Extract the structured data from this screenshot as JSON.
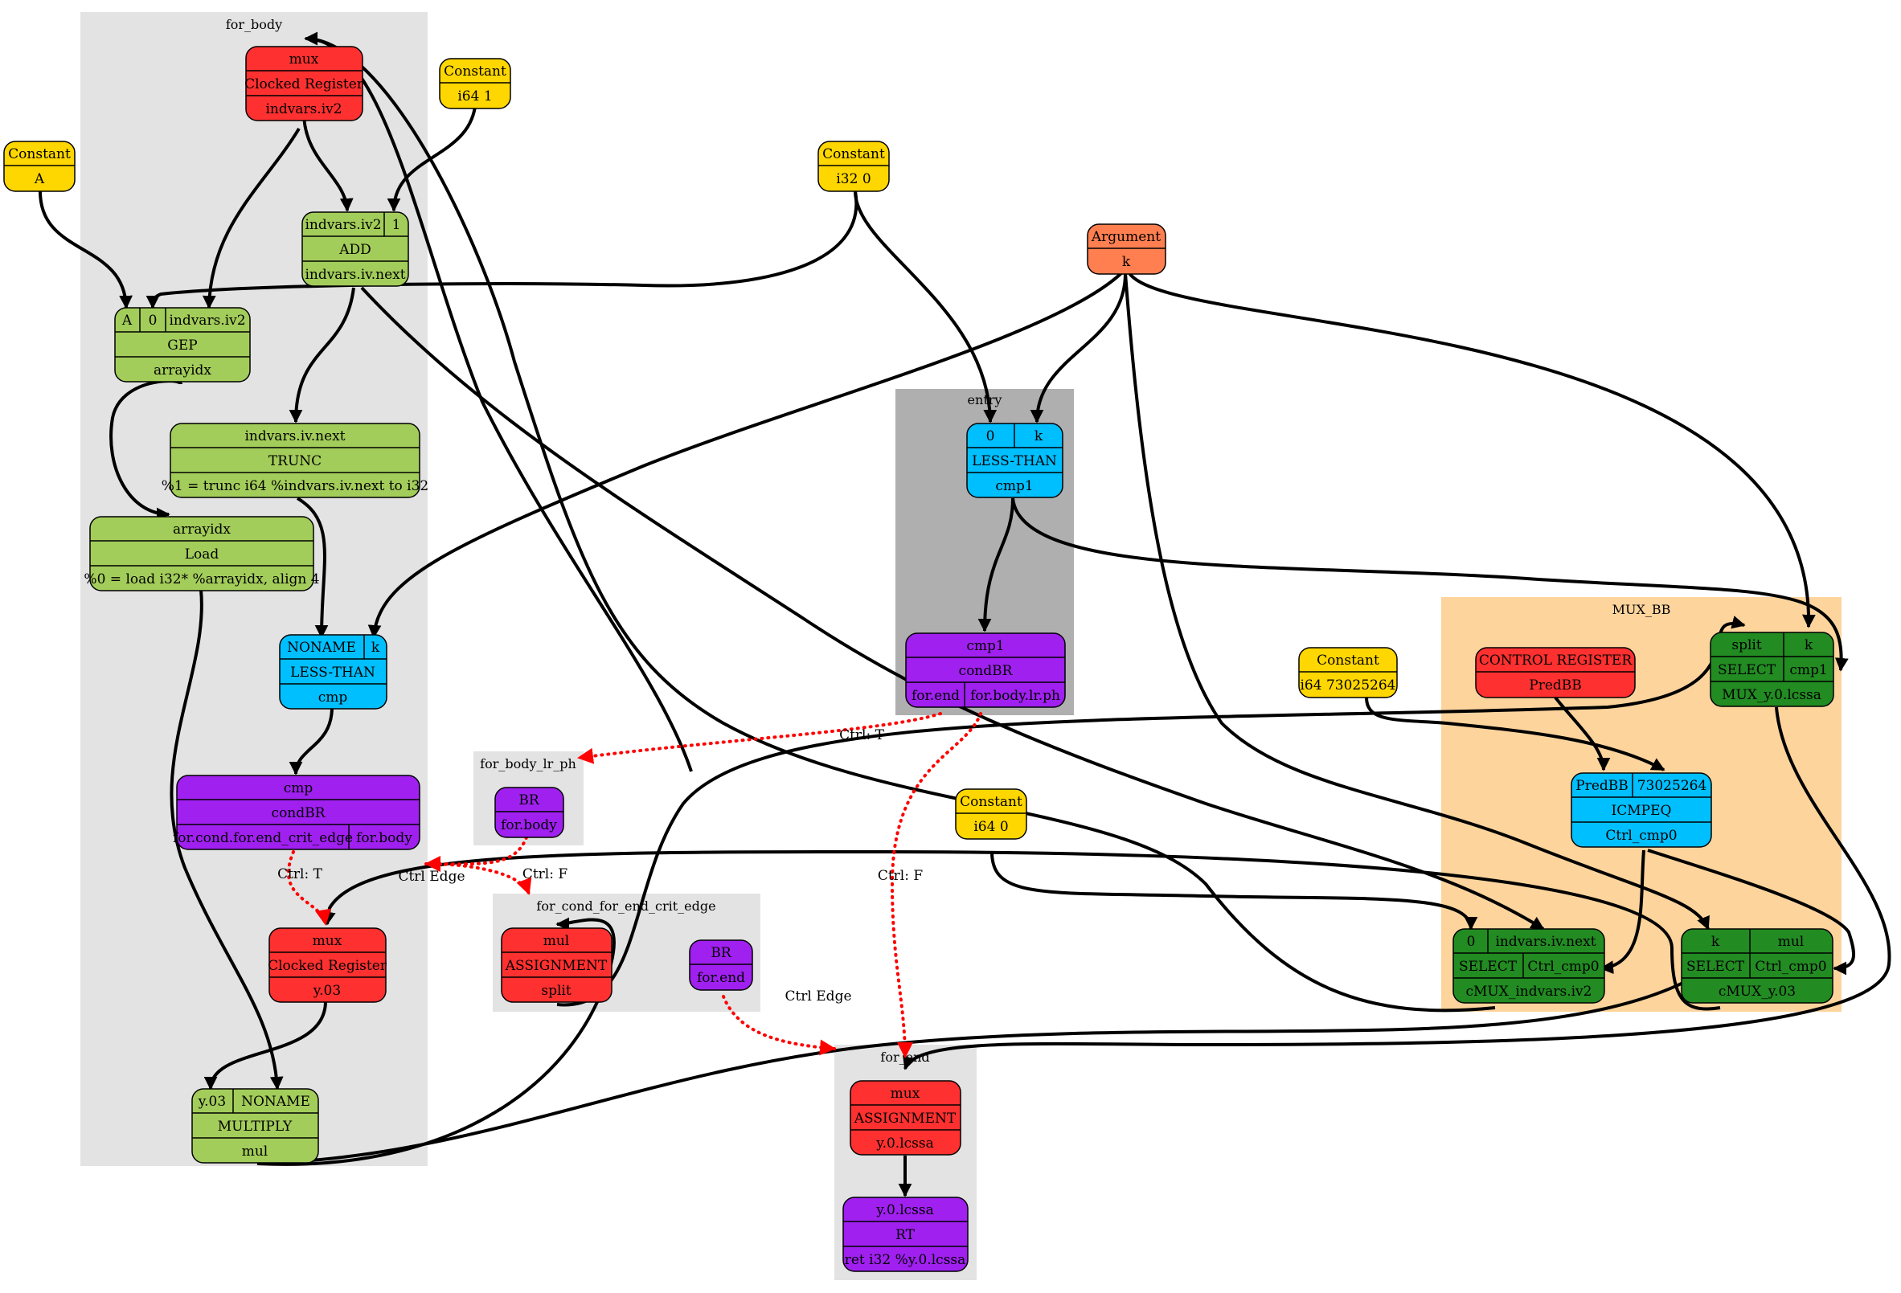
{
  "clusters": {
    "for_body": "for_body",
    "entry": "entry",
    "mux_bb": "MUX_BB",
    "for_body_lr_ph": "for_body_lr_ph",
    "for_cond_for_end_crit_edge": "for_cond_for_end_crit_edge",
    "for_end": "for_end"
  },
  "colors": {
    "green": "#a3cd5a",
    "dark_green": "#228b22",
    "cyan": "#00bfff",
    "purple": "#a020f0",
    "red": "#ff3030",
    "gold": "#ffd700",
    "orange": "#ff7f50",
    "cluster_light": "#e3e3e3",
    "cluster_dark": "#afafaf",
    "cluster_orange": "#fed49d",
    "ctrl_edge": "#ff0000"
  },
  "nodes": {
    "mux_iv": {
      "r1": "mux",
      "r2": "Clocked Register",
      "r3": "indvars.iv2"
    },
    "const_i64_1": {
      "r1": "Constant",
      "r2": "i64 1"
    },
    "const_A": {
      "r1": "Constant",
      "r2": "A"
    },
    "add": {
      "r1a": "indvars.iv2",
      "r1b": "1",
      "r2": "ADD",
      "r3": "indvars.iv.next"
    },
    "gep": {
      "r1a": "A",
      "r1b": "0",
      "r1c": "indvars.iv2",
      "r2": "GEP",
      "r3": "arrayidx"
    },
    "trunc": {
      "r1": "indvars.iv.next",
      "r2": "TRUNC",
      "r3": "%1 = trunc i64 %indvars.iv.next to i32"
    },
    "load": {
      "r1": "arrayidx",
      "r2": "Load",
      "r3": "%0 = load i32* %arrayidx, align 4"
    },
    "lt_cmp": {
      "r1a": "NONAME",
      "r1b": "k",
      "r2": "LESS-THAN",
      "r3": "cmp"
    },
    "condbr_cmp": {
      "r1": "cmp",
      "r2": "condBR",
      "r3a": "for.cond.for.end_crit_edge",
      "r3b": "for.body"
    },
    "mux_y03": {
      "r1": "mux",
      "r2": "Clocked Register",
      "r3": "y.03"
    },
    "mul": {
      "r1a": "y.03",
      "r1b": "NONAME",
      "r2": "MULTIPLY",
      "r3": "mul"
    },
    "const_i32_0": {
      "r1": "Constant",
      "r2": "i32 0"
    },
    "arg_k": {
      "r1": "Argument",
      "r2": "k"
    },
    "lt_cmp1": {
      "r1a": "0",
      "r1b": "k",
      "r2": "LESS-THAN",
      "r3": "cmp1"
    },
    "condbr_cmp1": {
      "r1": "cmp1",
      "r2": "condBR",
      "r3a": "for.end",
      "r3b": "for.body.lr.ph"
    },
    "br_forbody": {
      "r1": "BR",
      "r2": "for.body"
    },
    "assign_mul": {
      "r1": "mul",
      "r2": "ASSIGNMENT",
      "r3": "split"
    },
    "br_forend": {
      "r1": "BR",
      "r2": "for.end"
    },
    "const_i64_0": {
      "r1": "Constant",
      "r2": "i64 0"
    },
    "const_big": {
      "r1": "Constant",
      "r2": "i64 73025264"
    },
    "ctrl_reg": {
      "r1": "CONTROL REGISTER",
      "r2": "PredBB"
    },
    "icmpeq": {
      "r1a": "PredBB",
      "r1b": "73025264",
      "r2": "ICMPEQ",
      "r3": "Ctrl_cmp0"
    },
    "select_split": {
      "r1a": "split",
      "r1b": "k",
      "r2a": "SELECT",
      "r2b": "cmp1",
      "r3": "MUX_y.0.lcssa"
    },
    "cmux_iv": {
      "r1a": "0",
      "r1b": "indvars.iv.next",
      "r2a": "SELECT",
      "r2b": "Ctrl_cmp0",
      "r3": "cMUX_indvars.iv2"
    },
    "cmux_y03": {
      "r1a": "k",
      "r1b": "mul",
      "r2a": "SELECT",
      "r2b": "Ctrl_cmp0",
      "r3": "cMUX_y.03"
    },
    "assign_lcssa": {
      "r1": "mux",
      "r2": "ASSIGNMENT",
      "r3": "y.0.lcssa"
    },
    "ret": {
      "r1": "y.0.lcssa",
      "r2": "RT",
      "r3": "ret i32 %y.0.lcssa"
    }
  },
  "edge_labels": {
    "ctrl_t_1": "Ctrl: T",
    "ctrl_t_2": "Ctrl: T",
    "ctrl_f_1": "Ctrl: F",
    "ctrl_f_2": "Ctrl: F",
    "ctrl_edge_1": "Ctrl Edge",
    "ctrl_edge_2": "Ctrl Edge"
  }
}
